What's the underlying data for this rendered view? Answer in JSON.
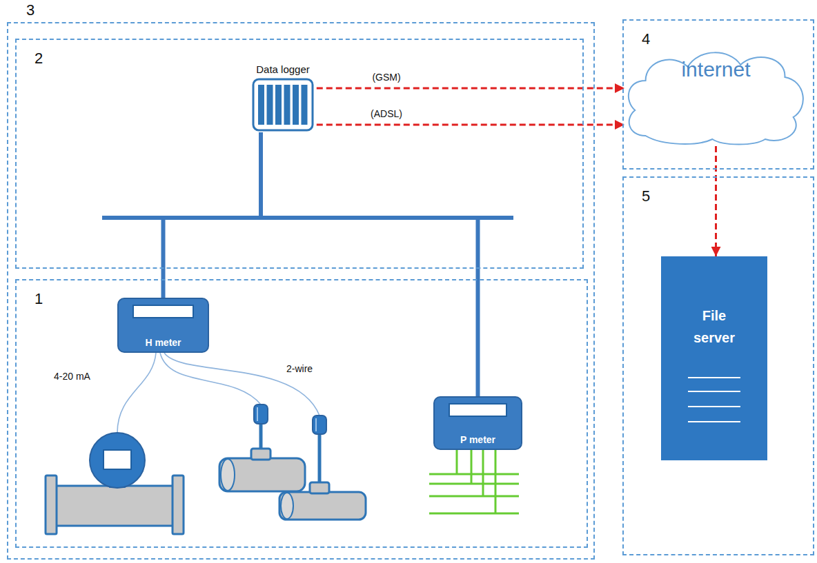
{
  "diagram": {
    "nodes": [
      {
        "text": [
          "3"
        ]
      },
      {
        "text": [
          "2"
        ],
        "in": 0
      },
      {
        "text": [
          "Data logger"
        ],
        "in": 1
      },
      {
        "text": [
          "1"
        ],
        "in": 0
      },
      {
        "text": [
          "H meter"
        ],
        "in": 3
      },
      {
        "text": [
          "P meter"
        ],
        "in": 3
      },
      {
        "text": [
          "4"
        ]
      },
      {
        "text": [
          "internet"
        ],
        "in": 6
      },
      {
        "text": [
          "5"
        ]
      },
      {
        "text": [
          "File server"
        ],
        "in": 8
      }
    ],
    "edges": [
      {
        "from": 2,
        "to": 7,
        "label": "(GSM)",
        "arrow": "to"
      },
      {
        "from": 2,
        "to": 7,
        "label": "(ADSL)",
        "arrow": "to"
      },
      {
        "from": 2,
        "to": 4,
        "arrow": "none"
      },
      {
        "from": 2,
        "to": 5,
        "arrow": "none"
      },
      {
        "from": 7,
        "to": 9,
        "arrow": "to"
      }
    ],
    "labels": [
      "4-20 mA",
      "2-wire"
    ]
  }
}
